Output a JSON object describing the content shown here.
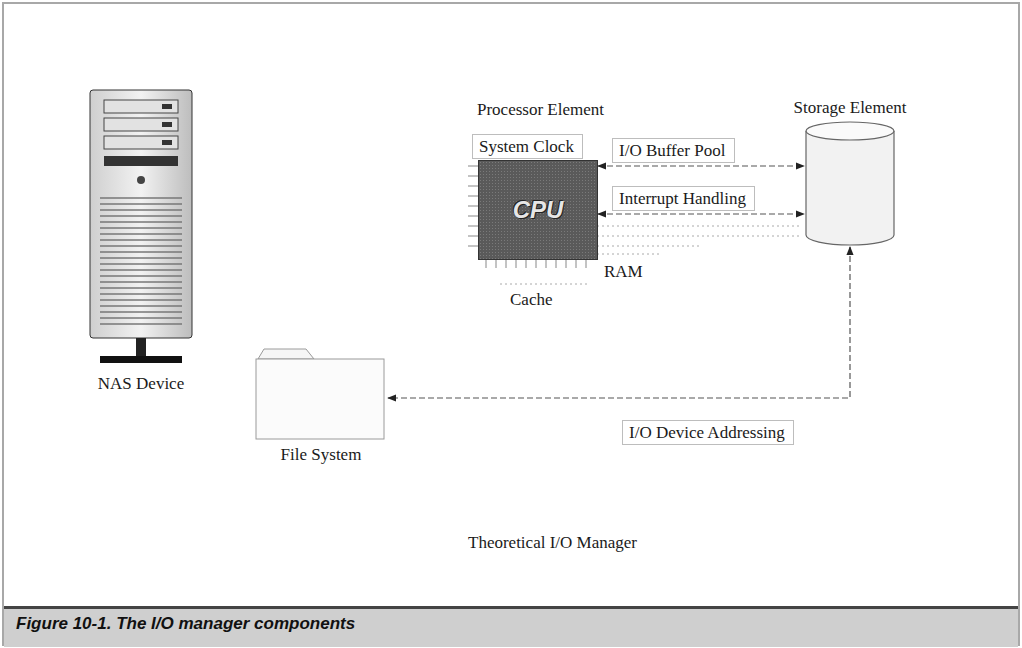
{
  "diagram": {
    "caption": "Figure 10-1. The I/O manager components",
    "nodes": [
      {
        "text": [
          "CPU"
        ]
      },
      {
        "text": [
          "Storage Element"
        ]
      },
      {
        "text": [
          "System Clock"
        ]
      },
      {
        "text": [
          "I/O Buffer Pool"
        ]
      },
      {
        "text": [
          "Interrupt Handling"
        ]
      },
      {
        "text": [
          "I/O Device Addressing"
        ]
      },
      {
        "text": [
          "NAS Device"
        ]
      },
      {
        "text": [
          "File System"
        ]
      }
    ],
    "edges": [
      {
        "from": 0,
        "to": 1,
        "arrow": "both"
      },
      {
        "from": 0,
        "to": 1,
        "arrow": "both"
      },
      {
        "from": 1,
        "to": 7,
        "arrow": "both"
      }
    ],
    "labels": [
      "Processor Element",
      "RAM",
      "Cache",
      "Theoretical I/O Manager"
    ]
  }
}
